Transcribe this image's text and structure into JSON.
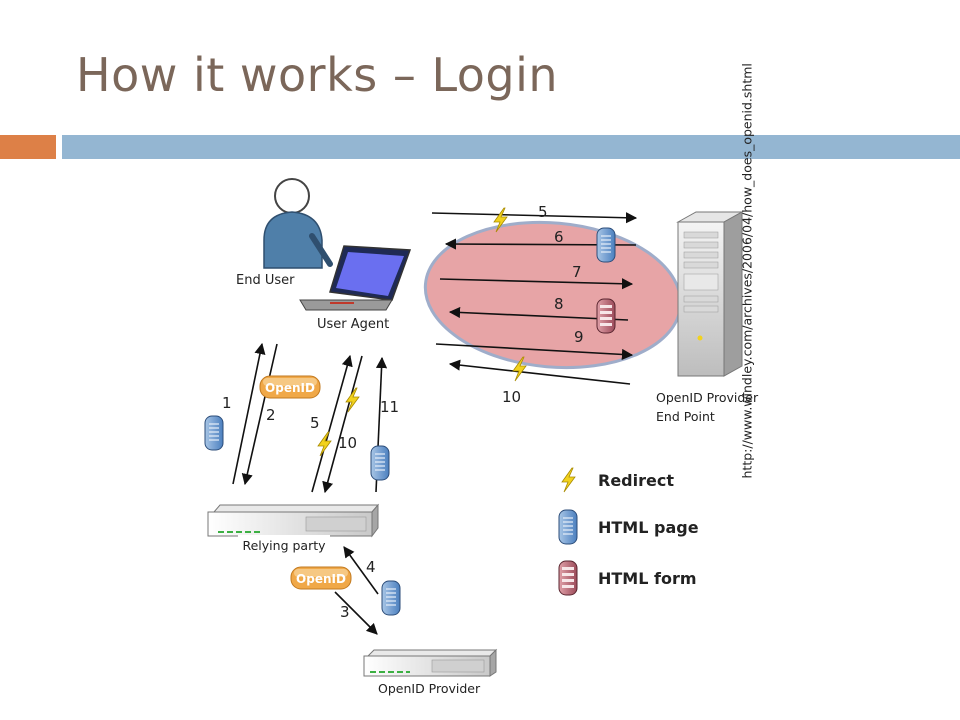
{
  "slide": {
    "title": "How it works – Login",
    "source_url": "http://www.windley.com/archives/2006/04/how_does_openid.shtml"
  },
  "diagram": {
    "nodes": {
      "end_user": "End User",
      "user_agent": "User Agent",
      "provider_endpoint_line1": "OpenID Provider",
      "provider_endpoint_line2": "End Point",
      "relying_party": "Relying party",
      "openid_provider": "OpenID Provider"
    },
    "badges": [
      "OpenID",
      "OpenID"
    ],
    "step_numbers": {
      "top": [
        "5",
        "6",
        "7",
        "8",
        "9",
        "10"
      ],
      "left": [
        "1",
        "2",
        "5",
        "10",
        "11"
      ],
      "bottom": [
        "4",
        "3"
      ]
    },
    "legend": [
      {
        "icon": "lightning-icon",
        "label": "Redirect"
      },
      {
        "icon": "html-page-icon",
        "label": "HTML page"
      },
      {
        "icon": "html-form-icon",
        "label": "HTML form"
      }
    ],
    "colors": {
      "title": "#7b675a",
      "accent_orange": "#dd8047",
      "accent_blue": "#94b6d2",
      "ellipse_fill": "#e49e9e",
      "badge": "#f0a848"
    }
  }
}
